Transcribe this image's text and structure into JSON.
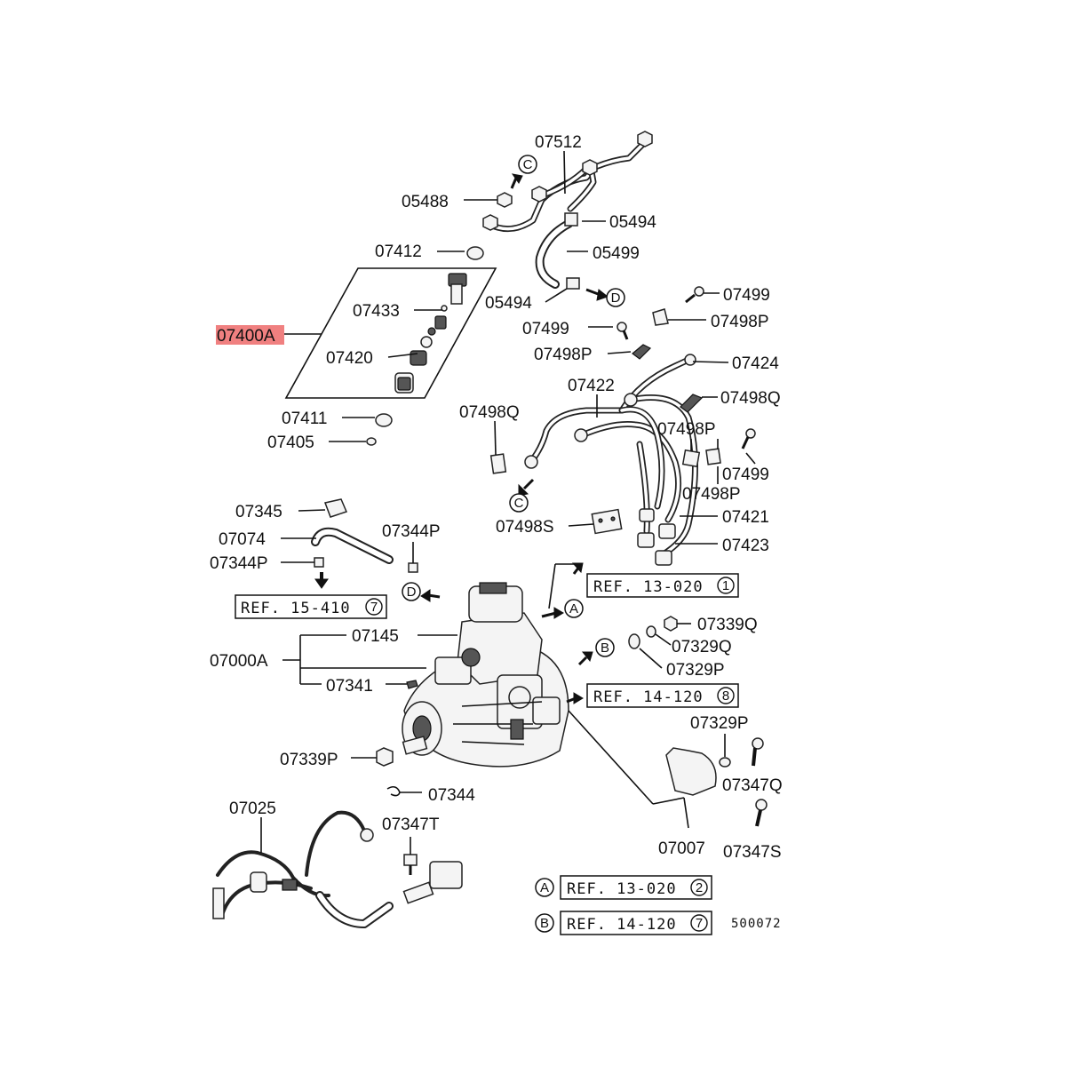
{
  "parts": {
    "p07512": "07512",
    "p05488": "05488",
    "p05494a": "05494",
    "p05499": "05499",
    "p07412": "07412",
    "p05494b": "05494",
    "p07433": "07433",
    "p07400A": "07400A",
    "p07420": "07420",
    "p07411": "07411",
    "p07405": "07405",
    "p07499a": "07499",
    "p07499b": "07499",
    "p07498Pa": "07498P",
    "p07498Pb": "07498P",
    "p07424": "07424",
    "p07422": "07422",
    "p07498Qa": "07498Q",
    "p07498Qb": "07498Q",
    "p07498Pc": "07498P",
    "p07499c": "07499",
    "p07498Pd": "07498P",
    "p07421": "07421",
    "p07498S": "07498S",
    "p07423": "07423",
    "p07345": "07345",
    "p07074": "07074",
    "p07344Pa": "07344P",
    "p07344Pb": "07344P",
    "p07145": "07145",
    "p07000A": "07000A",
    "p07341": "07341",
    "p07339Q": "07339Q",
    "p07329Q": "07329Q",
    "p07329Pa": "07329P",
    "p07329Pb": "07329P",
    "p07339P": "07339P",
    "p07347Q": "07347Q",
    "p07344": "07344",
    "p07025": "07025",
    "p07347T": "07347T",
    "p07007": "07007",
    "p07347S": "07347S"
  },
  "refs": {
    "r1": "REF. 13-020",
    "r1n": "1",
    "r2": "REF. 15-410",
    "r2n": "7",
    "r3": "REF. 14-120",
    "r3n": "8",
    "ra": "REF. 13-020",
    "ran": "2",
    "rb": "REF. 14-120",
    "rbn": "7"
  },
  "markers": {
    "C": "C",
    "D": "D",
    "A": "A",
    "B": "B"
  },
  "drawing_code": "500072",
  "highlight_color": "#f08080"
}
